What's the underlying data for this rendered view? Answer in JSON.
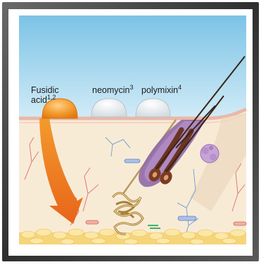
{
  "labels": {
    "fusidic_line1": "Fusidic",
    "fusidic_line2": "acid",
    "fusidic_ref": "1,2",
    "neomycin": "neomycin",
    "neomycin_ref": "3",
    "polymixin": "polymixin",
    "polymixin_ref": "4"
  },
  "colors": {
    "sky": "#a8d8f0",
    "skin": "#f8ebd6",
    "epidermis_line": "#e9b8a8",
    "fusidic_drop": "#f39a2c",
    "arrow": "#f07a1f",
    "fat": "#f6d57a",
    "hair": "#6b3420",
    "follicle": "#8f6aa6",
    "frame": "#4a4a4a"
  }
}
